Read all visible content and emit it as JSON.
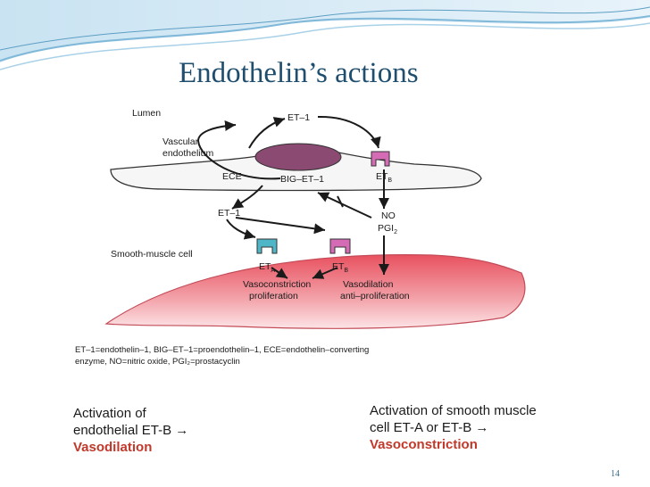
{
  "slide": {
    "title": "Endothelin’s actions",
    "page_number": "14"
  },
  "diagram": {
    "lumen": "Lumen",
    "vascular_endothelium": [
      "Vascular",
      "endothelium"
    ],
    "et1_top": "ET–1",
    "ece": "ECE",
    "big_et1": "BIG–ET–1",
    "etb_top": "ET",
    "etb_top_sub": "B",
    "et1_mid": "ET–1",
    "no": "NO",
    "pgi2": "PGI",
    "pgi2_sub": "2",
    "smooth_muscle_cell": "Smooth-muscle cell",
    "eta": "ET",
    "eta_sub": "A",
    "etb_bottom": "ET",
    "etb_bottom_sub": "B",
    "vasoconstriction": "Vasoconstriction",
    "proliferation": "proliferation",
    "vasodilation": "Vasodilation",
    "anti_proliferation": "anti–proliferation"
  },
  "legend": {
    "line1": "ET–1=endothelin–1, BIG–ET–1=proendothelin–1, ECE=endothelin–converting",
    "line2": "enzyme, NO=nitric oxide, PGI₂=prostacyclin"
  },
  "captions": {
    "left_line1": "Activation of",
    "left_line2": "endothelial ET-B →",
    "left_result": "Vasodilation",
    "right_line1": "Activation of smooth muscle",
    "right_line2": "cell ET-A or ET-B →",
    "right_result": "Vasoconstriction"
  },
  "colors": {
    "title": "#1f4e6e",
    "wave": "#7fb8d8",
    "receptor_etb": "#d66bb5",
    "receptor_eta": "#4fb6c7",
    "nucleus": "#8a4a72",
    "muscle_cell": "#e86a78",
    "result_text": "#c0392b"
  }
}
